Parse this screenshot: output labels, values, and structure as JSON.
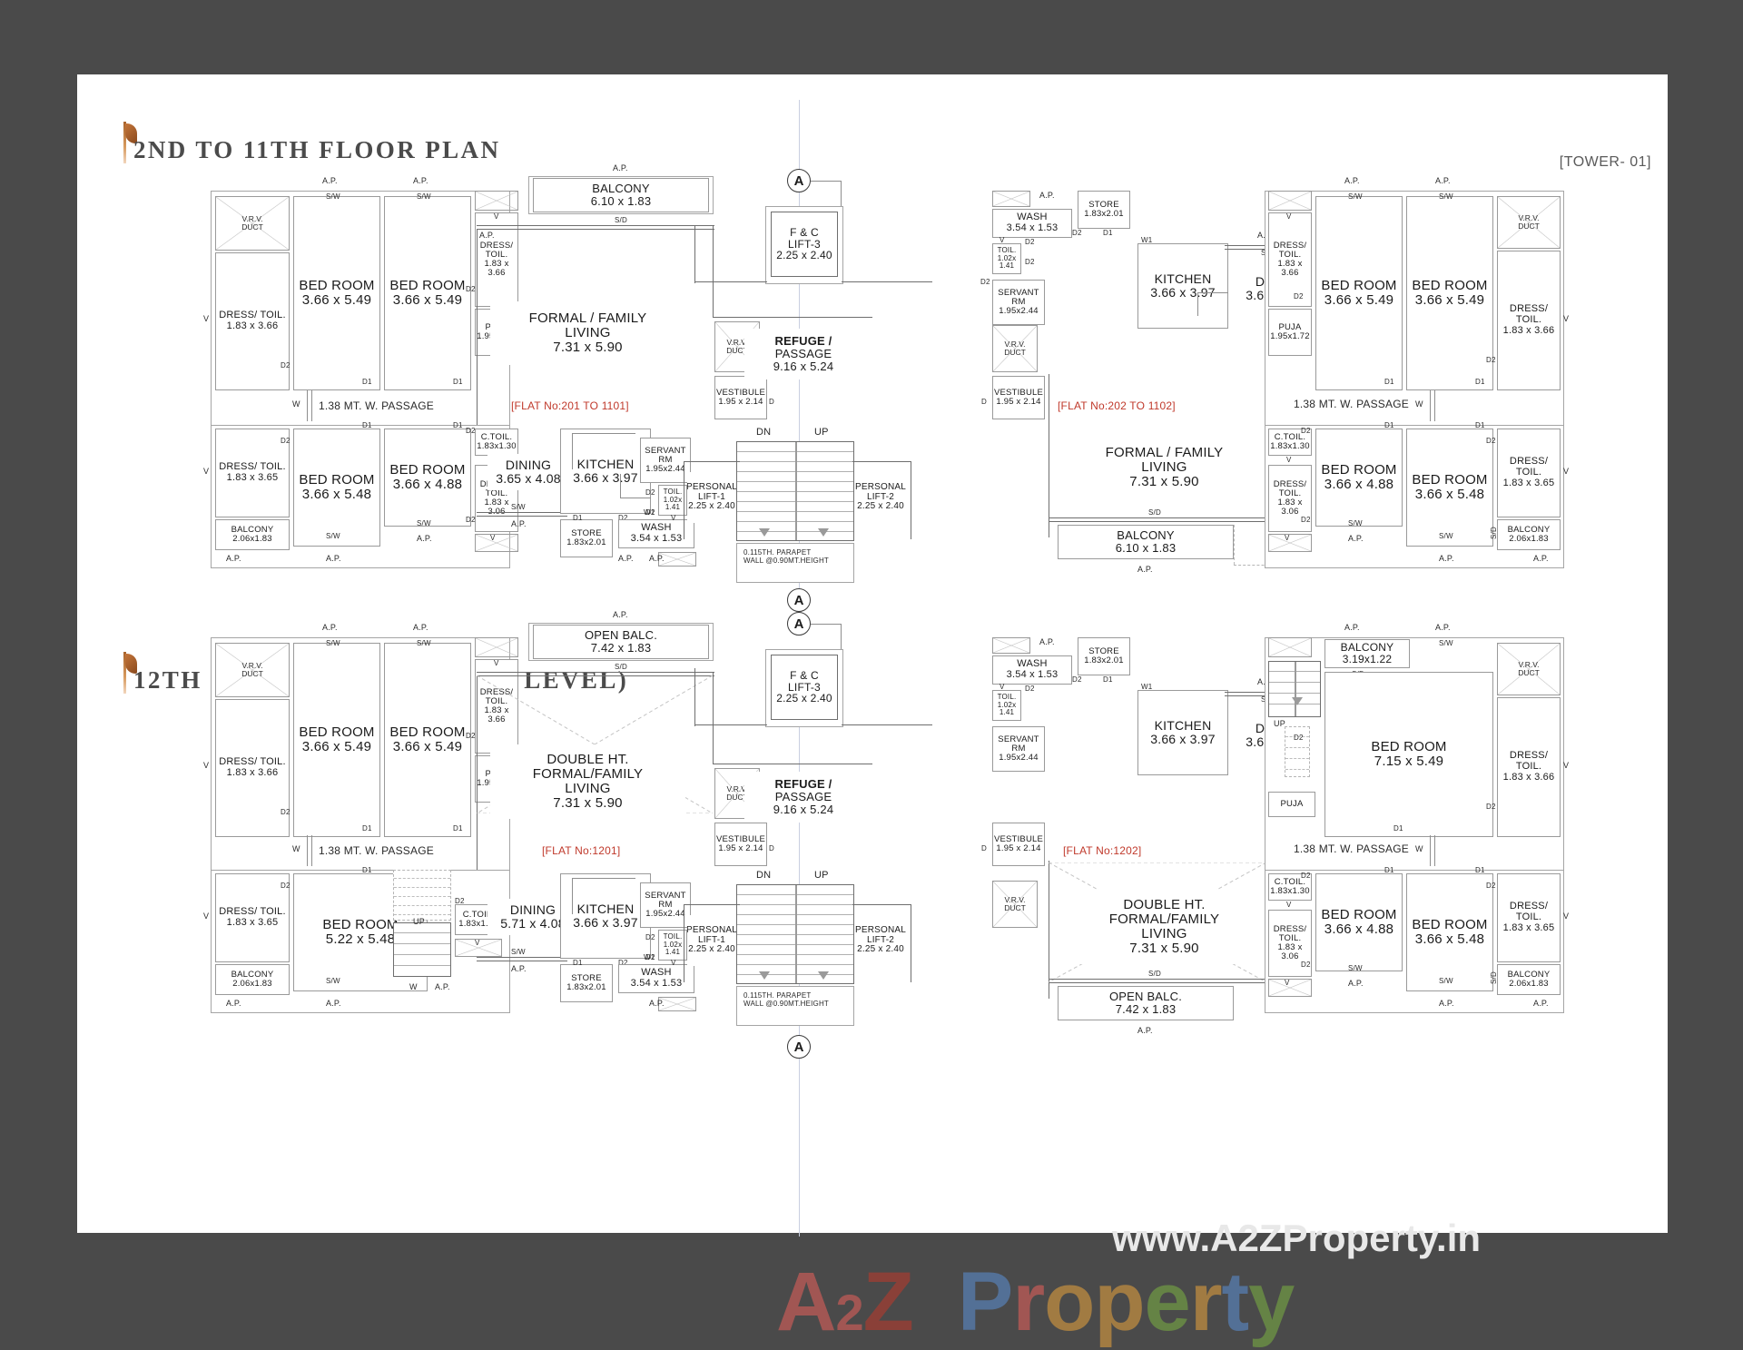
{
  "sheet": {
    "tower_label": "[TOWER- 01]",
    "watermark_url": "www.A2ZProperty.in",
    "watermark_brand": "A2Z Property"
  },
  "plans": [
    {
      "id": "upper",
      "title": "2ND TO 11TH FLOOR PLAN",
      "flat_left": "[FLAT No:201 TO 1101]",
      "flat_right": "[FLAT No:202 TO 1102]"
    },
    {
      "id": "lower",
      "title": "12TH FLOOR PLAN (LOWER LEVEL)",
      "flat_left": "[FLAT No:1201]",
      "flat_right": "[FLAT No:1202]"
    }
  ],
  "core": {
    "fc_lift_name": "F & C",
    "fc_lift_num": "LIFT-3",
    "fc_lift_dim": "2.25 x 2.40",
    "refuge_name": "REFUGE /",
    "refuge_sub": "PASSAGE",
    "refuge_dim": "9.16 x 5.24",
    "stair_dn": "DN",
    "stair_up": "UP",
    "lift1_name": "PERSONAL",
    "lift1_num": "LIFT-1",
    "lift1_dim": "2.25 x 2.40",
    "lift2_name": "PERSONAL",
    "lift2_num": "LIFT-2",
    "lift2_dim": "2.25 x 2.40",
    "parapet_line1": "0.115TH. PARAPET",
    "parapet_line2": "WALL @0.90MT.HEIGHT",
    "marker": "A"
  },
  "common": {
    "passage": "1.38  MT.  W.  PASSAGE",
    "ap": "A.P.",
    "sw": "S/W",
    "sd": "S/D",
    "v": "V",
    "w": "W",
    "w1": "W1",
    "d": "D",
    "d1": "D1",
    "d2": "D2",
    "vrv_l1": "V.R.V.",
    "vrv_l2": "DUCT",
    "up": "UP"
  },
  "rooms": {
    "bed_366_549": {
      "name": "BED ROOM",
      "dim": "3.66 x 5.49"
    },
    "bed_366_548": {
      "name": "BED ROOM",
      "dim": "3.66 x 5.48"
    },
    "bed_366_488": {
      "name": "BED ROOM",
      "dim": "3.66 x 4.88"
    },
    "bed_522_548": {
      "name": "BED ROOM",
      "dim": "5.22 x 5.48"
    },
    "bed_715_549": {
      "name": "BED ROOM",
      "dim": "7.15 x 5.49"
    },
    "dress_183_366": {
      "name": "DRESS/ TOIL.",
      "dim": "1.83 x 3.66"
    },
    "dress_183_365": {
      "name": "DRESS/ TOIL.",
      "dim": "1.83 x 3.65"
    },
    "dress_183_306": {
      "name": "DRESS/ TOIL.",
      "dim": "1.83 x 3.06"
    },
    "ctoil": {
      "name": "C.TOIL.",
      "dim": "1.83x1.30"
    },
    "puja": {
      "name": "PUJA",
      "dim": "1.95x1.72"
    },
    "puja_plain": {
      "name": "PUJA",
      "dim": ""
    },
    "balcony_206": {
      "name": "BALCONY",
      "dim": "2.06x1.83"
    },
    "balcony_610": {
      "name": "BALCONY",
      "dim": "6.10 x 1.83"
    },
    "balcony_319": {
      "name": "BALCONY",
      "dim": "3.19x1.22"
    },
    "open_balc": {
      "name": "OPEN BALC.",
      "dim": "7.42 x 1.83"
    },
    "living": {
      "name": "FORMAL / FAMILY LIVING",
      "dim": "7.31 x 5.90"
    },
    "living_dh": {
      "name": "DOUBLE HT. FORMAL/FAMILY LIVING",
      "dim": "7.31 x 5.90"
    },
    "dining_365": {
      "name": "DINING",
      "dim": "3.65 x 4.08"
    },
    "dining_571": {
      "name": "DINING",
      "dim": "5.71 x 4.08"
    },
    "kitchen": {
      "name": "KITCHEN",
      "dim": "3.66 x 3.97"
    },
    "store": {
      "name": "STORE",
      "dim": "1.83x2.01"
    },
    "wash": {
      "name": "WASH",
      "dim": "3.54 x 1.53"
    },
    "toil_small": {
      "name": "TOIL.",
      "dim": "1.02x 1.41"
    },
    "servant": {
      "name": "SERVANT RM",
      "dim": "1.95x2.44"
    },
    "vestibule": {
      "name": "VESTIBULE",
      "dim": "1.95 x 2.14"
    }
  }
}
